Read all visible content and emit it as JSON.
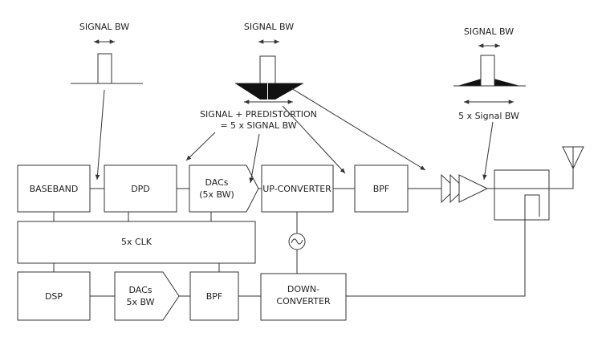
{
  "blocks": {
    "baseband": "BASEBAND",
    "dpd": "DPD",
    "dacs_tx_line1": "DACs",
    "dacs_tx_line2": "(5x BW)",
    "upconverter": "UP-CONVERTER",
    "bpf_tx": "BPF",
    "clk": "5x CLK",
    "dsp": "DSP",
    "dacs_rx_line1": "DACs",
    "dacs_rx_line2": "5x BW",
    "bpf_rx": "BPF",
    "downconverter_line1": "DOWN-",
    "downconverter_line2": "CONVERTER"
  },
  "spectra": {
    "left_label": "SIGNAL BW",
    "middle_label": "SIGNAL BW",
    "right_label": "SIGNAL BW",
    "right_bottom_label": "5 x Signal BW"
  },
  "annotations": {
    "predistortion_line1": "SIGNAL + PREDISTORTION",
    "predistortion_line2": "= 5 x SIGNAL BW"
  },
  "colors": {
    "stroke": "#333333",
    "fill_dark": "#111111",
    "text": "#222222"
  }
}
